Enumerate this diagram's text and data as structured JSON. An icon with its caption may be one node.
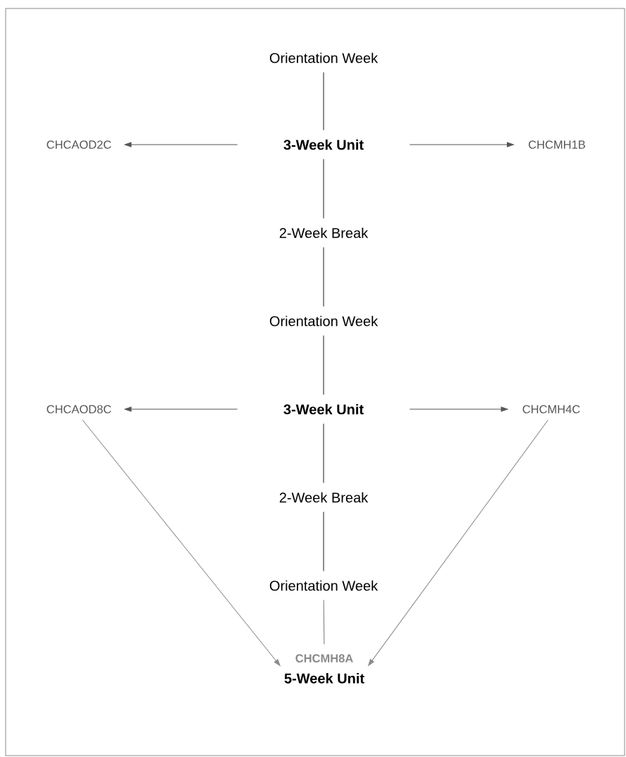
{
  "diagram": {
    "nodes": [
      {
        "text": [
          "Orientation Week"
        ]
      },
      {
        "text": [
          "3-Week Unit"
        ]
      },
      {
        "text": [
          "CHCAOD2C"
        ]
      },
      {
        "text": [
          "CHCMH1B"
        ]
      },
      {
        "text": [
          "2-Week Break"
        ]
      },
      {
        "text": [
          "Orientation Week"
        ]
      },
      {
        "text": [
          "3-Week Unit"
        ]
      },
      {
        "text": [
          "CHCAOD8C"
        ]
      },
      {
        "text": [
          "CHCMH4C"
        ]
      },
      {
        "text": [
          "2-Week Break"
        ]
      },
      {
        "text": [
          "Orientation Week"
        ]
      },
      {
        "text": [
          "CHCMH8A",
          "5-Week Unit"
        ]
      }
    ],
    "edges": [
      {
        "from": 0,
        "to": 1,
        "arrow": "none"
      },
      {
        "from": 1,
        "to": 2,
        "arrow": "to",
        "color": "#555555"
      },
      {
        "from": 1,
        "to": 3,
        "arrow": "to",
        "color": "#555555"
      },
      {
        "from": 1,
        "to": 4,
        "arrow": "none"
      },
      {
        "from": 4,
        "to": 5,
        "arrow": "none"
      },
      {
        "from": 5,
        "to": 6,
        "arrow": "none"
      },
      {
        "from": 6,
        "to": 7,
        "arrow": "to",
        "color": "#555555"
      },
      {
        "from": 6,
        "to": 8,
        "arrow": "to",
        "color": "#555555"
      },
      {
        "from": 6,
        "to": 9,
        "arrow": "none"
      },
      {
        "from": 9,
        "to": 10,
        "arrow": "none"
      },
      {
        "from": 10,
        "to": 11,
        "arrow": "none",
        "color": "#777777"
      },
      {
        "from": 7,
        "to": 11,
        "arrow": "to",
        "color": "#8a8a8a"
      },
      {
        "from": 8,
        "to": 11,
        "arrow": "to",
        "color": "#8a8a8a"
      }
    ]
  }
}
